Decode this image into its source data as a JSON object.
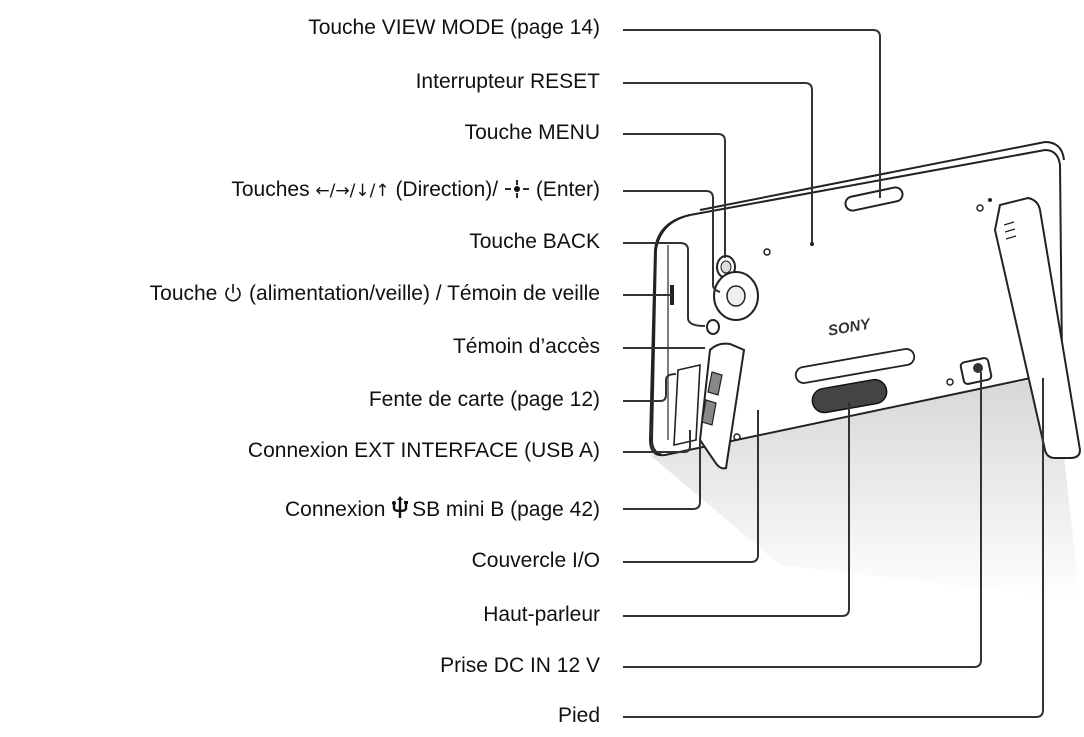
{
  "labels": {
    "view_mode": "Touche VIEW MODE (page 14)",
    "reset": "Interrupteur RESET",
    "menu": "Touche MENU",
    "direction_prefix": "Touches",
    "direction_arrows": "←/→/↓/↑",
    "direction_mid": "(Direction)/",
    "direction_enter": "(Enter)",
    "back": "Touche BACK",
    "power_prefix": "Touche",
    "power_suffix": "(alimentation/veille) / Témoin de veille",
    "access": "Témoin d’accès",
    "card_slot": "Fente de carte (page 12)",
    "ext_interface": "Connexion EXT INTERFACE (USB A)",
    "usb_prefix": "Connexion",
    "usb_suffix": "SB mini B (page 42)",
    "io_cover": "Couvercle I/O",
    "speaker": "Haut-parleur",
    "dc_in": "Prise DC IN 12 V",
    "stand": "Pied"
  },
  "device": {
    "brand": "SONY"
  },
  "icons": [
    "power-icon",
    "usb-icon",
    "enter-icon",
    "arrow-icons"
  ]
}
